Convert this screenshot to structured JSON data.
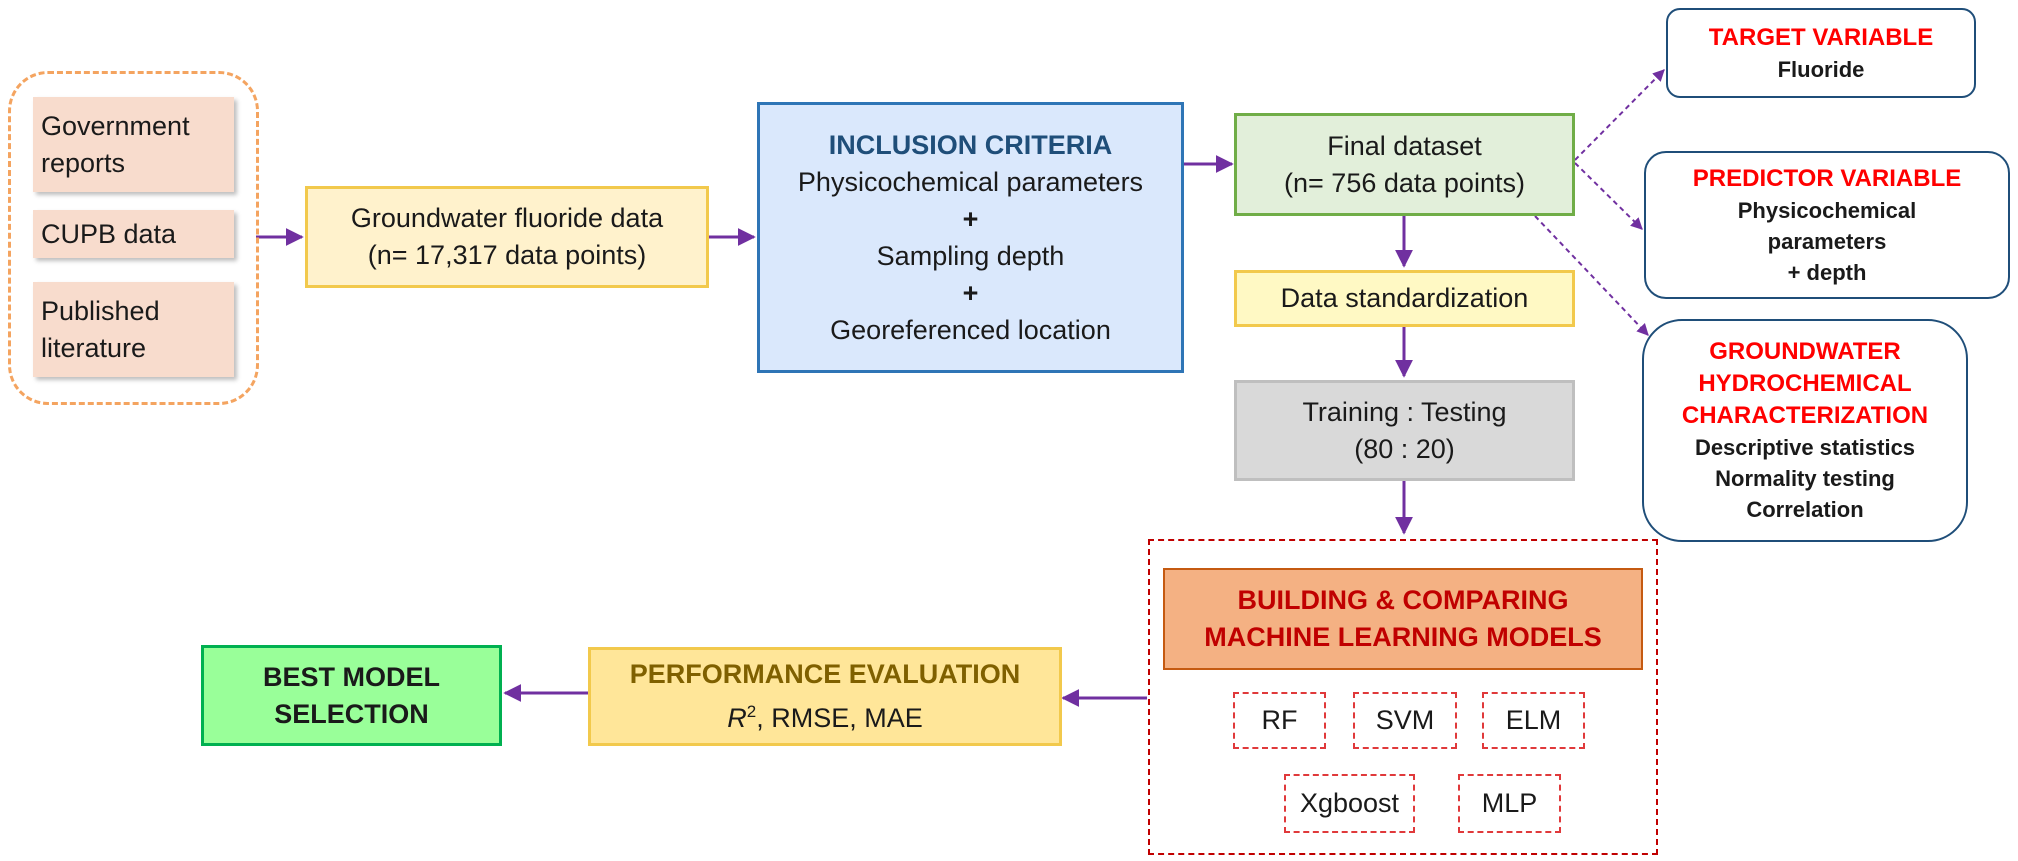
{
  "sources": {
    "items": [
      {
        "line1": "Government",
        "line2": "reports"
      },
      {
        "line1": "CUPB data",
        "line2": ""
      },
      {
        "line1": "Published",
        "line2": "literature"
      }
    ]
  },
  "groundwater_data": {
    "line1": "Groundwater fluoride data",
    "line2": "(n= 17,317 data points)"
  },
  "inclusion": {
    "title": "INCLUSION CRITERIA",
    "line1": "Physicochemical parameters",
    "plus1": "+",
    "line2": "Sampling depth",
    "plus2": "+",
    "line3": "Georeferenced location"
  },
  "final_dataset": {
    "line1": "Final dataset",
    "line2": "(n= 756 data points)"
  },
  "standardization": {
    "label": "Data standardization"
  },
  "split": {
    "line1": "Training : Testing",
    "line2": "(80 : 20)"
  },
  "target": {
    "title": "TARGET VARIABLE",
    "value": "Fluoride"
  },
  "predictor": {
    "title": "PREDICTOR VARIABLE",
    "line1": "Physicochemical",
    "line2": "parameters",
    "line3": "+ depth"
  },
  "characterization": {
    "title1": "GROUNDWATER",
    "title2": "HYDROCHEMICAL",
    "title3": "CHARACTERIZATION",
    "item1": "Descriptive statistics",
    "item2": "Normality testing",
    "item3": "Correlation"
  },
  "modeling": {
    "title1": "BUILDING & COMPARING",
    "title2": "MACHINE LEARNING MODELS",
    "models": [
      "RF",
      "SVM",
      "ELM",
      "Xgboost",
      "MLP"
    ]
  },
  "performance": {
    "title": "PERFORMANCE EVALUATION",
    "r": "R",
    "sup": "2",
    "metrics": ", RMSE, MAE"
  },
  "best_model": {
    "line1": "BEST MODEL",
    "line2": "SELECTION"
  },
  "colors": {
    "arrow": "#7030a0",
    "source_fill": "#f8dccd",
    "source_border": "#f4a460",
    "gw_fill": "#fff2cc",
    "gw_border": "#f2c94c",
    "inclusion_fill": "#dae8fc",
    "inclusion_border": "#2e75b6",
    "final_fill": "#e2efda",
    "final_border": "#70ad47",
    "std_fill": "#fff9c4",
    "split_fill": "#d9d9d9",
    "title_blue": "#1f4e79",
    "title_red": "#ff0000",
    "model_title": "#c00000",
    "model_fill": "#f4b183",
    "perf_fill": "#ffe699",
    "perf_title": "#7f6000",
    "best_fill": "#99ff99",
    "best_border": "#00b050",
    "right_border": "#1f4e79"
  }
}
